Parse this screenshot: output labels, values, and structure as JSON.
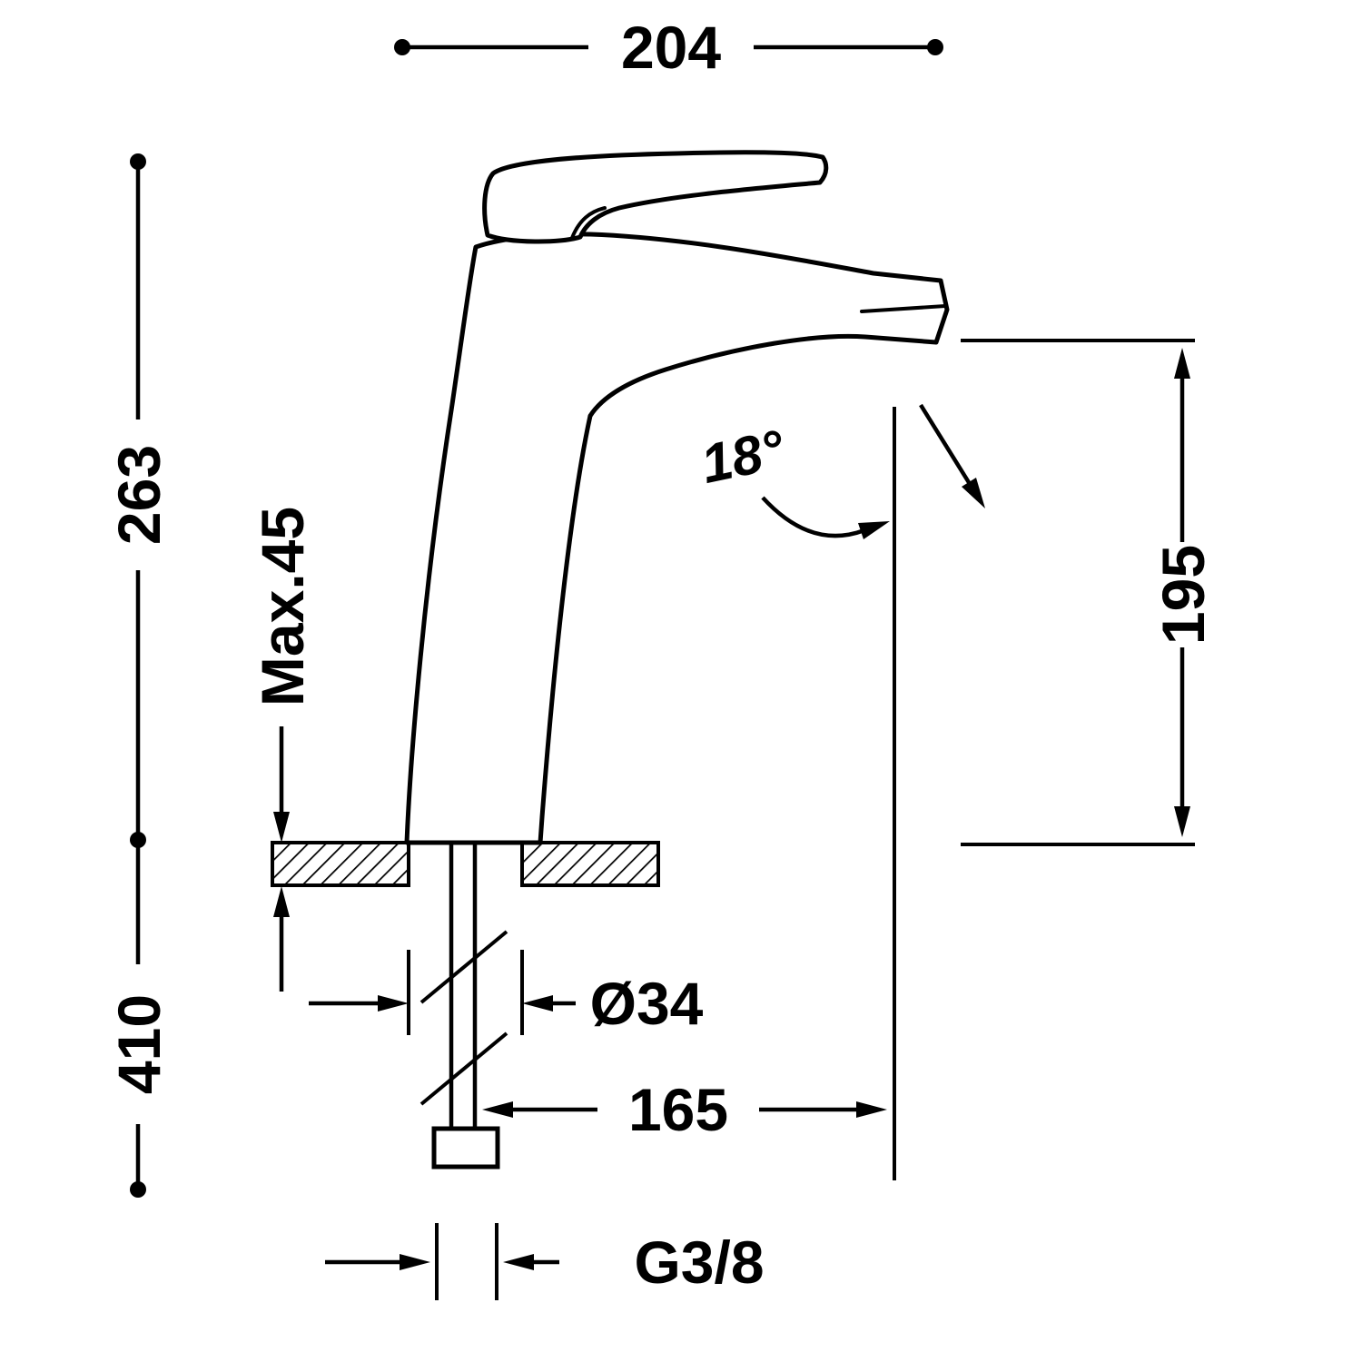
{
  "colors": {
    "line": "#000000",
    "background": "#ffffff"
  },
  "dimensions": {
    "top_width": "204",
    "height_above_deck": "263",
    "max_deck_thickness": "Max.45",
    "height_below": "410",
    "hole_diameter": "Ø34",
    "spout_reach": "165",
    "spout_angle": "18°",
    "outlet_height": "195",
    "thread": "G3/8"
  }
}
